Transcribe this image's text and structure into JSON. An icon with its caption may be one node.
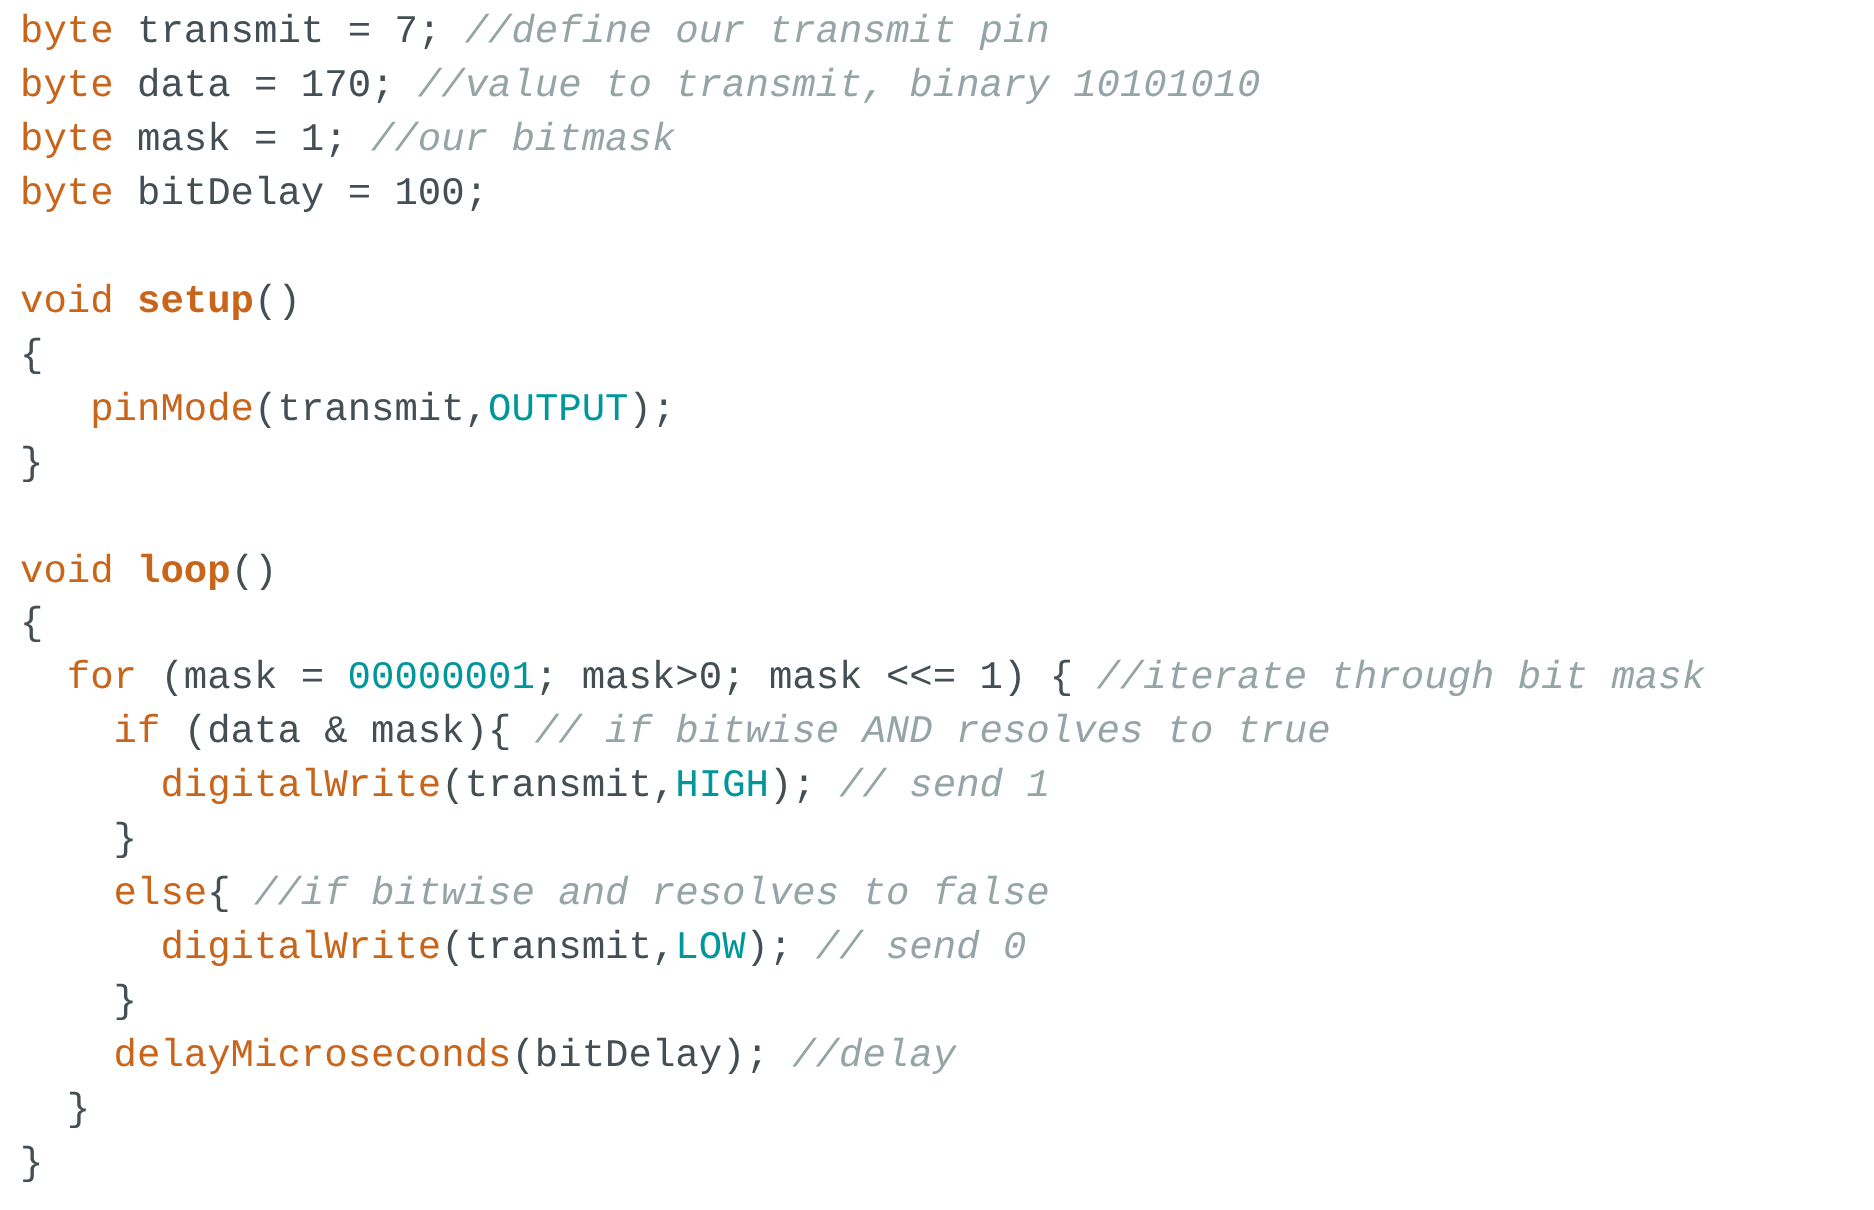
{
  "diagram": {
    "labels": [
      "byte",
      "transmit = 7;",
      "//define our transmit pin",
      "byte",
      "data = 170;",
      "//value to transmit, binary 10101010",
      "byte",
      "mask = 1;",
      "//our bitmask",
      "byte",
      "bitDelay = 100;",
      "void",
      "setup",
      "()",
      "{",
      "pinMode",
      "(transmit,",
      "OUTPUT",
      ");",
      "}",
      "void",
      "loop",
      "()",
      "{",
      "for",
      "(mask =",
      "00000001",
      "; mask>0; mask <<= 1) {",
      "//iterate through bit mask",
      "if",
      "(data & mask){",
      "// if bitwise AND resolves to true",
      "digitalWrite",
      "(transmit,",
      "HIGH",
      ");",
      "// send 1",
      "}",
      "else",
      "{",
      "//if bitwise and resolves to false",
      "digitalWrite",
      "(transmit,",
      "LOW",
      ");",
      "// send 0",
      "}",
      "delayMicroseconds",
      "(bitDelay);",
      "//delay",
      "}",
      "}"
    ]
  }
}
